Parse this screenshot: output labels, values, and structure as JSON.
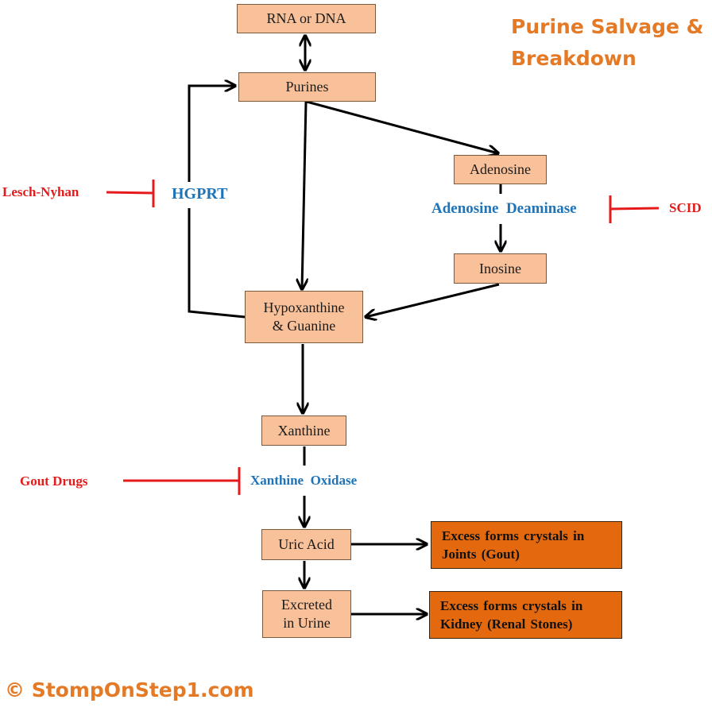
{
  "title": {
    "line1": "Purine Salvage &",
    "line2": "Breakdown"
  },
  "nodes": {
    "rna_dna": "RNA or DNA",
    "purines": "Purines",
    "adenosine": "Adenosine",
    "inosine": "Inosine",
    "hypoxanthine": "Hypoxanthine\n& Guanine",
    "xanthine": "Xanthine",
    "uric_acid": "Uric Acid",
    "excreted": "Excreted\nin Urine"
  },
  "outcomes": {
    "gout": "Excess forms crystals in\nJoints (Gout)",
    "kidney": "Excess forms crystals in\nKidney  (Renal Stones)"
  },
  "enzymes": {
    "hgprt": "HGPRT",
    "adenosine_deaminase": "Adenosine  Deaminase",
    "xanthine_oxidase": "Xanthine  Oxidase"
  },
  "inhibitors": {
    "lesch_nyhan": "Lesch-Nyhan",
    "scid": "SCID",
    "gout_drugs": "Gout Drugs"
  },
  "colors": {
    "node_fill": "#f9c19a",
    "outcome_fill": "#e4690e",
    "enzyme_text": "#1f73b7",
    "inhibitor": "#e51b1b",
    "title": "#e57a26"
  },
  "footer": {
    "copyright": "© StompOnStep1.com"
  }
}
